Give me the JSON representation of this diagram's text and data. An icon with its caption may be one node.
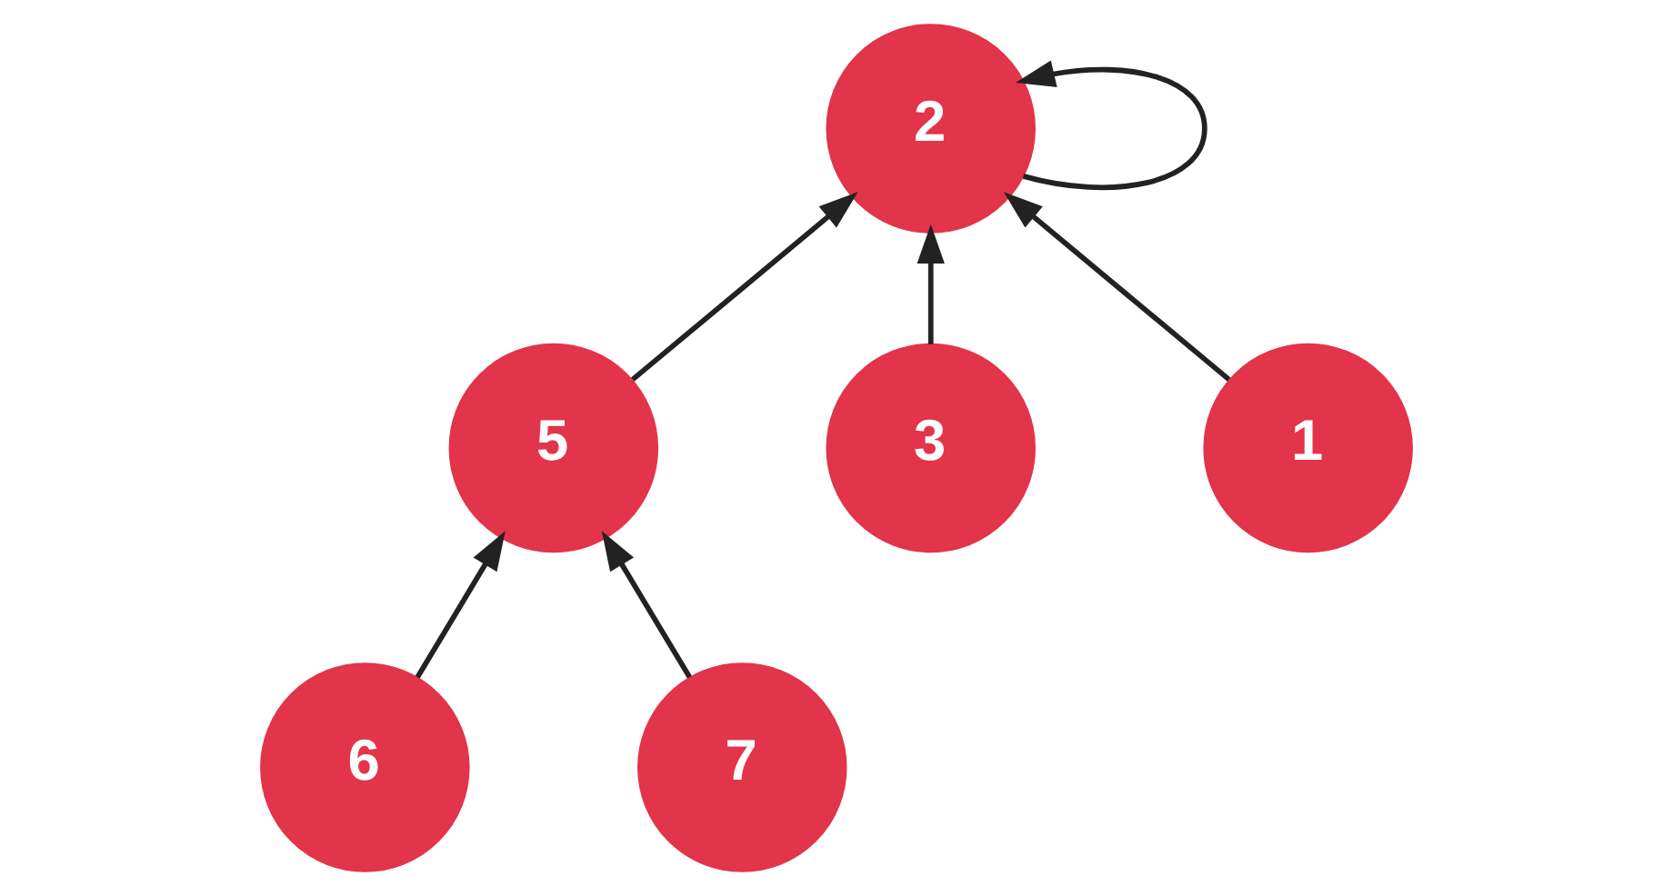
{
  "diagram": {
    "nodes": [
      {
        "text": [
          "2"
        ]
      },
      {
        "text": [
          "5"
        ]
      },
      {
        "text": [
          "6"
        ]
      },
      {
        "text": [
          "7"
        ]
      },
      {
        "text": [
          "3"
        ]
      },
      {
        "text": [
          "1"
        ]
      }
    ],
    "edges": [
      {
        "from": 0,
        "to": 0,
        "arrow": "to"
      },
      {
        "from": 1,
        "to": 0,
        "arrow": "to"
      },
      {
        "from": 2,
        "to": 1,
        "arrow": "to"
      },
      {
        "from": 3,
        "to": 1,
        "arrow": "to"
      },
      {
        "from": 4,
        "to": 0,
        "arrow": "to"
      },
      {
        "from": 5,
        "to": 0,
        "arrow": "to"
      }
    ]
  }
}
